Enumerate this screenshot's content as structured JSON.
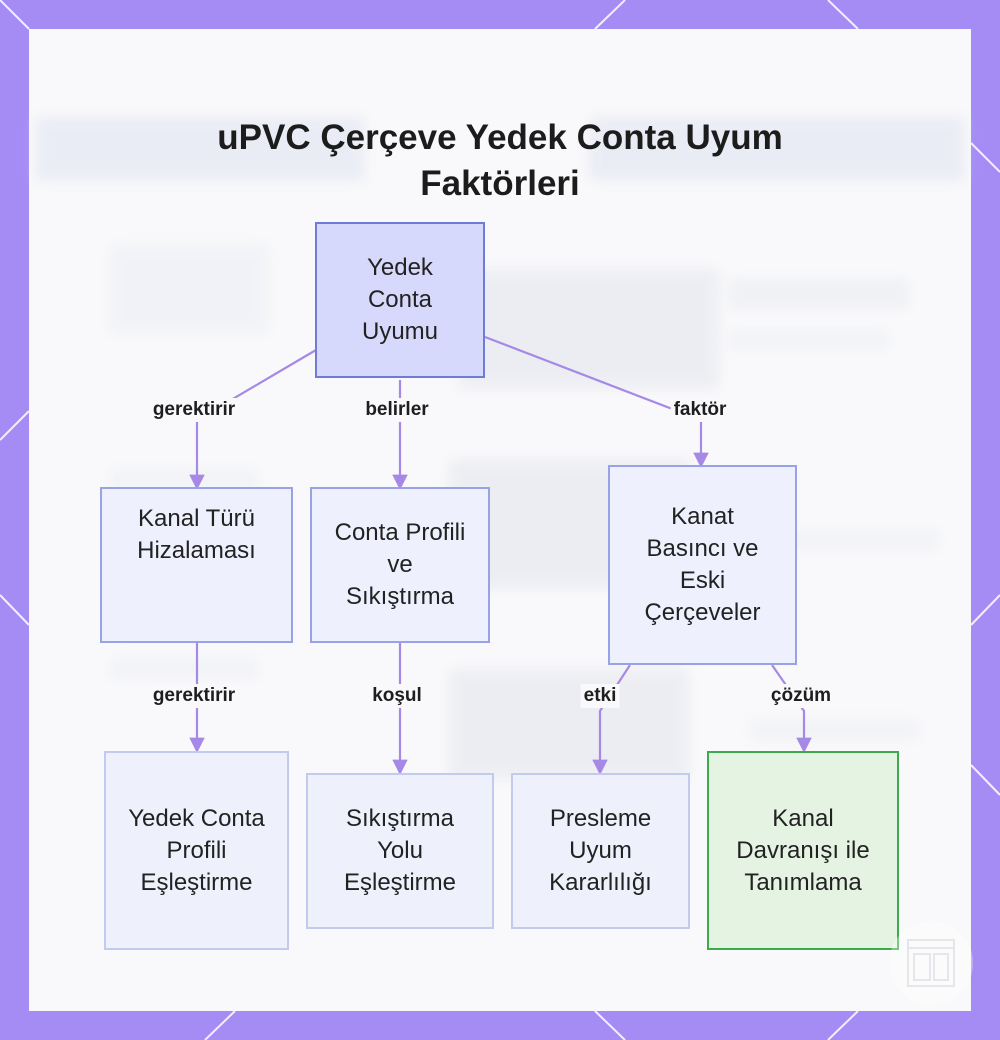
{
  "title_lines": [
    "uPVC Çerçeve Yedek Conta Uyum",
    "Faktörleri"
  ],
  "nodes": {
    "root": "Yedek Conta Uyumu",
    "channel_alignment": "Kanal Türü Hizalaması",
    "gasket_profile": "Conta Profili ve Sıkıştırma",
    "sash_pressure": "Kanat Basıncı ve Eski Çerçeveler",
    "profile_matching": "Yedek Conta Profili Eşleştirme",
    "compression_path": "Sıkıştırma Yolu Eşleştirme",
    "press_fit": "Presleme Uyum Kararlılığı",
    "channel_behavior": "Kanal Davranışı ile Tanımlama"
  },
  "edges": {
    "root_channel": "gerektirir",
    "root_profile": "belirler",
    "root_sash": "faktör",
    "channel_matching": "gerektirir",
    "profile_path": "koşul",
    "sash_press": "etki",
    "sash_behavior": "çözüm"
  },
  "colors": {
    "frame": "#a48cf4",
    "edge": "#a688e6",
    "root_fill": "#d6d9fb",
    "highlight_border": "#3bab4e"
  }
}
